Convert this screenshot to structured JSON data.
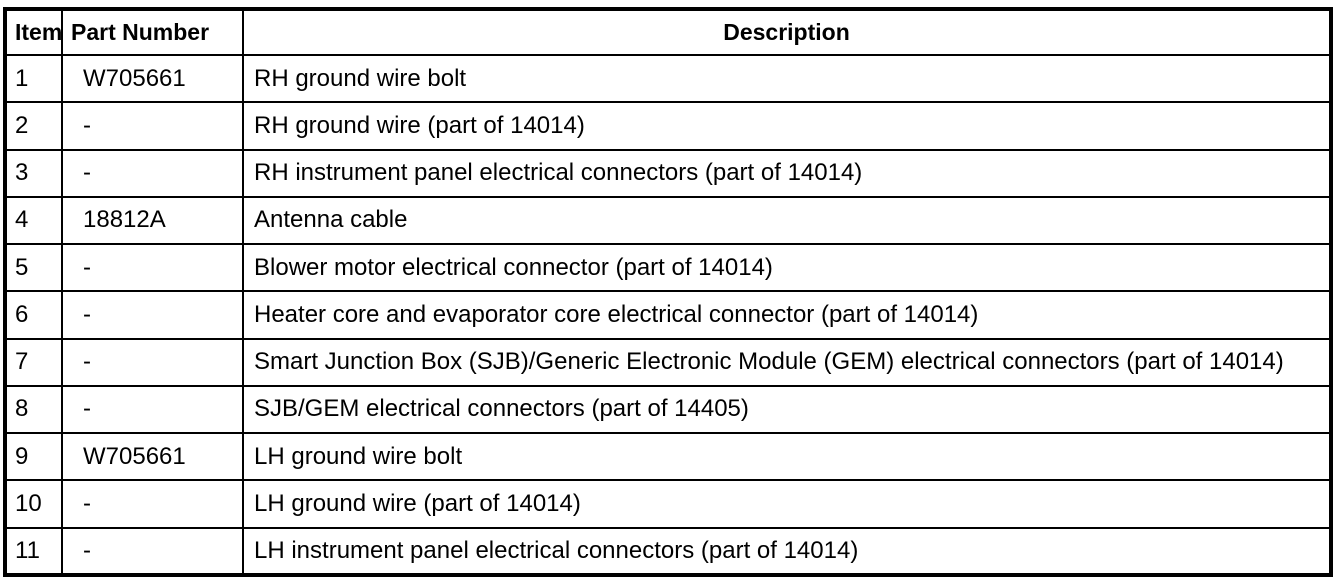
{
  "document": {
    "type": "parts-list-table",
    "colors": {
      "border": "#000000",
      "text": "#000000",
      "background": "#ffffff"
    }
  },
  "table": {
    "columns": [
      {
        "key": "item",
        "label": "Item"
      },
      {
        "key": "part_number",
        "label": "Part Number"
      },
      {
        "key": "description",
        "label": "Description"
      }
    ],
    "rows": [
      {
        "item": "1",
        "part_number": "W705661",
        "description": "RH ground wire bolt"
      },
      {
        "item": "2",
        "part_number": "-",
        "description": "RH ground wire (part of 14014)"
      },
      {
        "item": "3",
        "part_number": "-",
        "description": "RH instrument panel electrical connectors (part of 14014)"
      },
      {
        "item": "4",
        "part_number": "18812A",
        "description": "Antenna cable"
      },
      {
        "item": "5",
        "part_number": "-",
        "description": "Blower motor electrical connector (part of 14014)"
      },
      {
        "item": "6",
        "part_number": "-",
        "description": "Heater core and evaporator core electrical connector (part of 14014)"
      },
      {
        "item": "7",
        "part_number": "-",
        "description": "Smart Junction Box (SJB)/Generic Electronic Module (GEM) electrical connectors (part of 14014)"
      },
      {
        "item": "8",
        "part_number": "-",
        "description": "SJB/GEM electrical connectors (part of 14405)"
      },
      {
        "item": "9",
        "part_number": "W705661",
        "description": "LH ground wire bolt"
      },
      {
        "item": "10",
        "part_number": "-",
        "description": "LH ground wire (part of 14014)"
      },
      {
        "item": "11",
        "part_number": "-",
        "description": "LH instrument panel electrical connectors (part of 14014)"
      }
    ]
  }
}
